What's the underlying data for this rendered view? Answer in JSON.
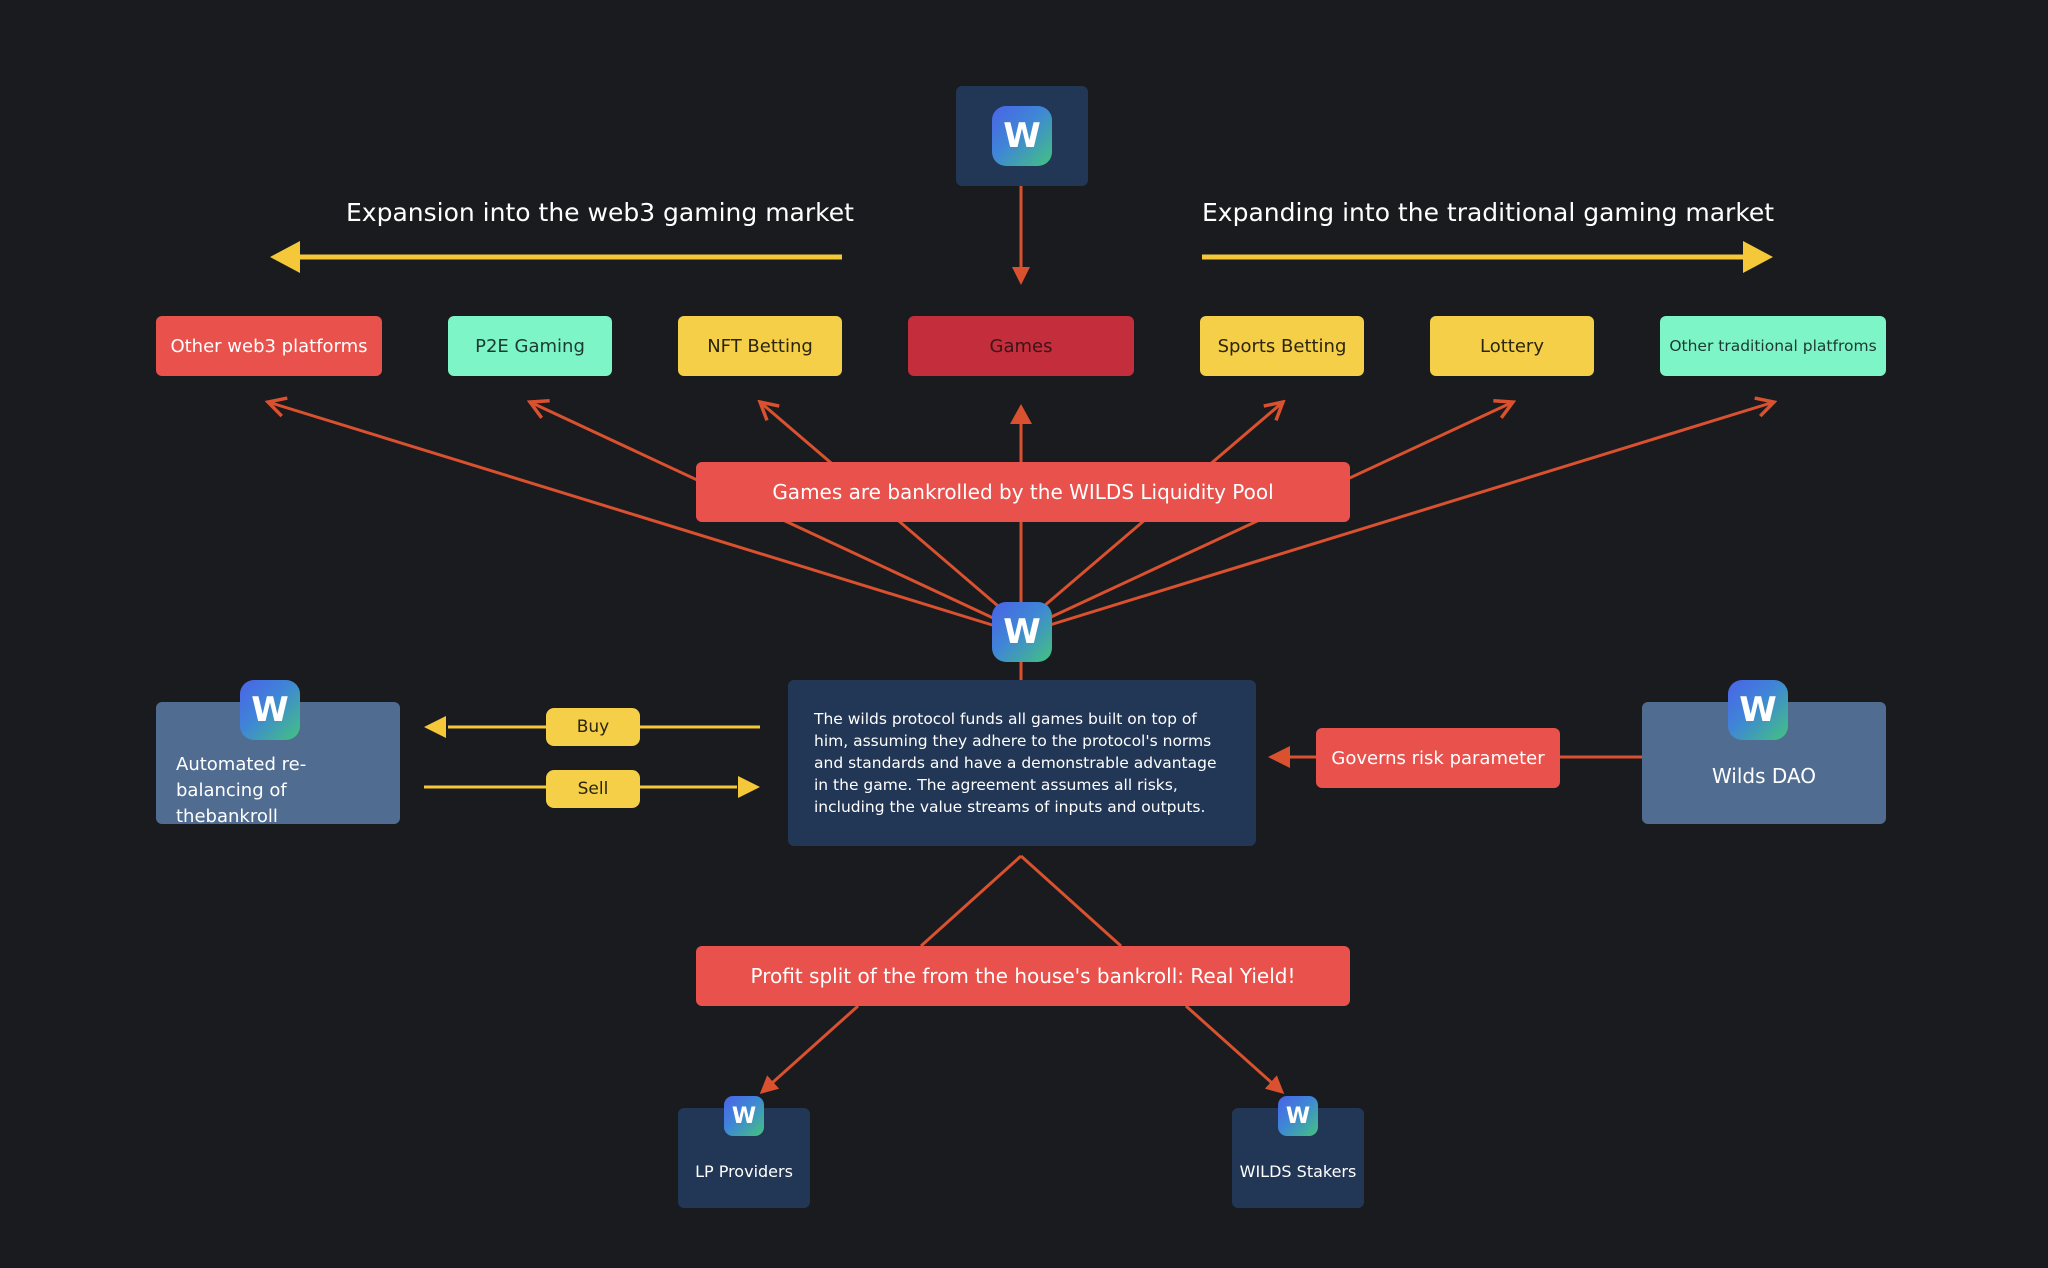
{
  "headings": {
    "left": "Expansion into the web3 gaming market",
    "right": "Expanding into the traditional gaming market"
  },
  "categories": [
    {
      "label": "Other web3 platforms",
      "color": "#e9514c",
      "text_color": "#ffffff"
    },
    {
      "label": "P2E Gaming",
      "color": "#7df5c6",
      "text_color": "#1c3a33"
    },
    {
      "label": "NFT Betting",
      "color": "#f5cf47",
      "text_color": "#2a2410"
    },
    {
      "label": "Games",
      "color": "#c42d3b",
      "text_color": "#3a1418"
    },
    {
      "label": "Sports Betting",
      "color": "#f5cf47",
      "text_color": "#2a2410"
    },
    {
      "label": "Lottery",
      "color": "#f5cf47",
      "text_color": "#2a2410"
    },
    {
      "label": "Other traditional platfroms",
      "color": "#7df5c6",
      "text_color": "#1c3a33"
    }
  ],
  "liquidity_pool_label": "Games are bankrolled by the WILDS Liquidity Pool",
  "protocol_description": "The wilds protocol funds all games built on top of him, assuming they adhere to the protocol's norms and standards and have a demonstrable advantage in the game. The agreement assumes all risks, including the value streams of inputs and outputs.",
  "rebalancing_label": "Automated re-balancing of thebankroll",
  "buy_label": "Buy",
  "sell_label": "Sell",
  "governs_label": "Governs risk parameter",
  "dao_label": "Wilds DAO",
  "profit_split_label": "Profit split of the from the house's bankroll: Real Yield!",
  "lp_label": "LP Providers",
  "stakers_label": "WILDS Stakers",
  "logo_glyph": "W",
  "colors": {
    "background": "#191b1e",
    "arrow_red": "#d9512f",
    "arrow_yellow": "#f5c83a",
    "navy_panel": "#223655",
    "slate_panel": "#506d91",
    "red_box": "#e9514c",
    "yellow_box": "#f5cf47"
  },
  "icons": [
    "wilds-logo-icon"
  ]
}
